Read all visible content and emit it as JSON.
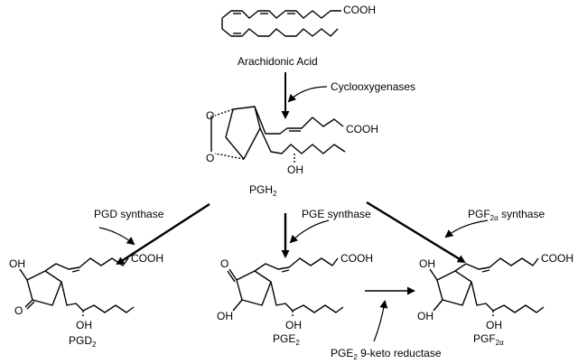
{
  "molecules": {
    "arachidonic_acid": {
      "name": "Arachidonic Acid",
      "cooh": "COOH"
    },
    "pgh2": {
      "base": "PGH",
      "sub": "2",
      "cooh": "COOH",
      "oh": "OH",
      "o_top": "O",
      "o_bottom": "O"
    },
    "pgd2": {
      "base": "PGD",
      "sub": "2",
      "cooh": "COOH",
      "oh_ring": "OH",
      "o_ring": "O",
      "oh_chain": "OH"
    },
    "pge2": {
      "base": "PGE",
      "sub": "2",
      "cooh": "COOH",
      "o_ring": "O",
      "oh_ring": "OH",
      "oh_chain": "OH"
    },
    "pgf2a": {
      "base": "PGF",
      "sub": "2α",
      "cooh": "COOH",
      "oh_ring_top": "OH",
      "oh_ring_bottom": "OH",
      "oh_chain": "OH"
    }
  },
  "enzymes": {
    "cyclooxygenases": "Cyclooxygenases",
    "pgd_synthase": "PGD synthase",
    "pge_synthase": "PGE synthase",
    "pgf_synthase": {
      "base": "PGF",
      "sub": "2α",
      "suffix": " synthase"
    },
    "pge2_reductase": {
      "base": "PGE",
      "sub": "2",
      "suffix": " 9-keto reductase"
    }
  }
}
